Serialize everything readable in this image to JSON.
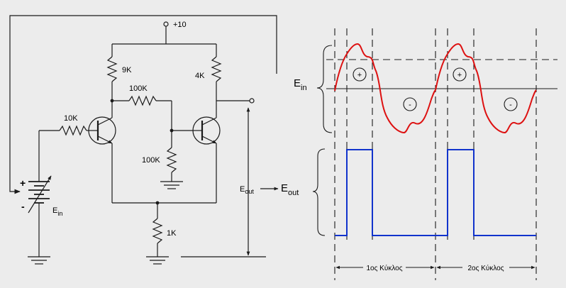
{
  "colors": {
    "background": "#ececec",
    "wire": "#1a1a1a",
    "input_wave": "#dd1111",
    "output_wave": "#1133cc"
  },
  "circuit": {
    "supply_label": "+10",
    "r_collector_left": "9K",
    "r_collector_right": "4K",
    "r_feedback": "100K",
    "r_input": "10K",
    "r_base_bias": "100K",
    "r_emitter": "1K",
    "source_plus": "+",
    "source_minus": "-",
    "ein_main": "E",
    "ein_sub": "in",
    "eout_main": "E",
    "eout_sub": "out"
  },
  "waveforms": {
    "ein_main": "E",
    "ein_sub": "in",
    "eout_main": "E",
    "eout_sub": "out",
    "positive_sign": "+",
    "negative_sign": "-",
    "cycle1_label": "1ος Κύκλος",
    "cycle2_label": "2ος Κύκλος"
  }
}
